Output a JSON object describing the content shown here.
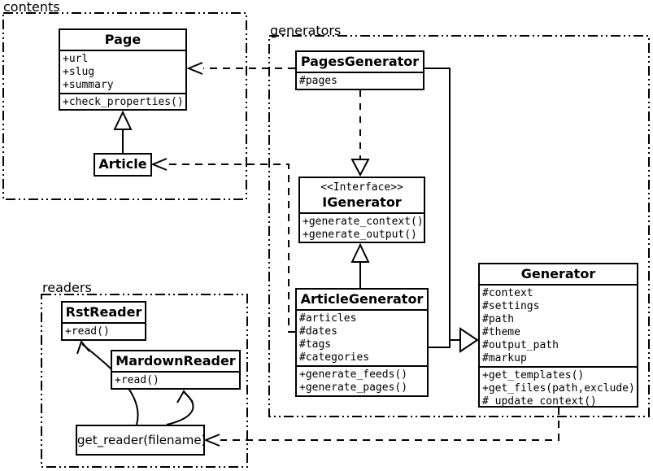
{
  "packages": {
    "contents": {
      "label": "contents"
    },
    "generators": {
      "label": "generators"
    },
    "readers": {
      "label": "readers"
    }
  },
  "classes": {
    "page": {
      "name": "Page",
      "attributes": [
        "+url",
        "+slug",
        "+summary"
      ],
      "methods": [
        "+check_properties()"
      ]
    },
    "article": {
      "name": "Article"
    },
    "pages_generator": {
      "name": "PagesGenerator",
      "attributes": [
        "#pages"
      ]
    },
    "igenerator": {
      "stereotype": "<<Interface>>",
      "name": "IGenerator",
      "methods": [
        "+generate_context()",
        "+generate_output()"
      ]
    },
    "article_generator": {
      "name": "ArticleGenerator",
      "attributes": [
        "#articles",
        "#dates",
        "#tags",
        "#categories"
      ],
      "methods": [
        "+generate_feeds()",
        "+generate_pages()"
      ]
    },
    "generator": {
      "name": "Generator",
      "attributes": [
        "#context",
        "#settings",
        "#path",
        "#theme",
        "#output_path",
        "#markup"
      ],
      "methods": [
        "+get_templates()",
        "+get_files(path,exclude)",
        "#_update_context()"
      ]
    },
    "rst_reader": {
      "name": "RstReader",
      "methods": [
        "+read()"
      ]
    },
    "mardown_reader": {
      "name": "MardownReader",
      "methods": [
        "+read()"
      ]
    },
    "get_reader": {
      "name": "get_reader(filename)"
    }
  },
  "relationships": [
    {
      "from": "Article",
      "to": "Page",
      "type": "inheritance"
    },
    {
      "from": "PagesGenerator",
      "to": "IGenerator",
      "type": "realization"
    },
    {
      "from": "ArticleGenerator",
      "to": "IGenerator",
      "type": "inheritance"
    },
    {
      "from": "PagesGenerator",
      "to": "Generator",
      "type": "inheritance"
    },
    {
      "from": "ArticleGenerator",
      "to": "Generator",
      "type": "inheritance"
    },
    {
      "from": "PagesGenerator",
      "to": "Page",
      "type": "dependency"
    },
    {
      "from": "ArticleGenerator",
      "to": "Article",
      "type": "dependency"
    },
    {
      "from": "Generator",
      "to": "get_reader(filename)",
      "type": "dependency"
    },
    {
      "from": "get_reader(filename)",
      "to": "RstReader",
      "type": "call"
    },
    {
      "from": "get_reader(filename)",
      "to": "MardownReader",
      "type": "call"
    }
  ],
  "colors": {
    "ink": "#000000",
    "paper": "#ffffff"
  }
}
